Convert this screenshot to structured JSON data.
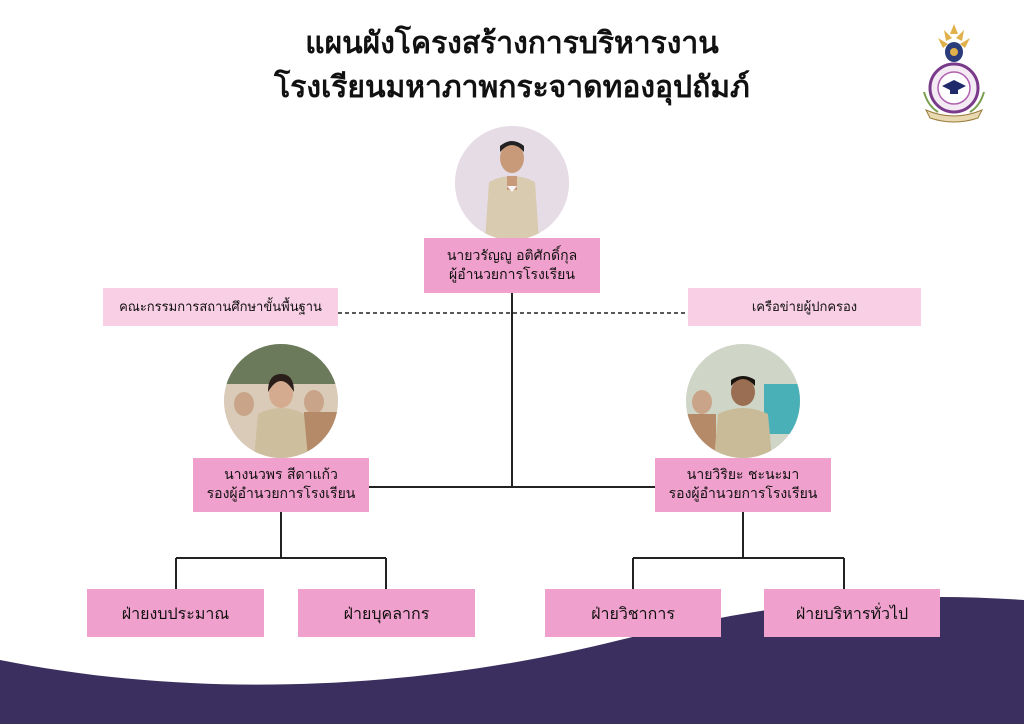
{
  "title": {
    "line1": "แผนผังโครงสร้างการบริหารงาน",
    "line2": "โรงเรียนมหาภาพกระจาดทองอุปถัมภ์"
  },
  "director": {
    "name": "นายวรัญญู อติศักดิ์กุล",
    "position": "ผู้อำนวยการโรงเรียน"
  },
  "side_left": {
    "label": "คณะกรรมการสถานศึกษาขั้นพื้นฐาน"
  },
  "side_right": {
    "label": "เครือข่ายผู้ปกครอง"
  },
  "deputy_left": {
    "name": "นางนวพร สีดาแก้ว",
    "position": "รองผู้อำนวยการโรงเรียน"
  },
  "deputy_right": {
    "name": "นายวิริยะ ชะนะมา",
    "position": "รองผู้อำนวยการโรงเรียน"
  },
  "departments": [
    {
      "label": "ฝ่ายงบประมาณ"
    },
    {
      "label": "ฝ่ายบุคลากร"
    },
    {
      "label": "ฝ่ายวิชาการ"
    },
    {
      "label": "ฝ่ายบริหารทั่วไป"
    }
  ],
  "colors": {
    "box": "#f0a0cc",
    "box_light": "#f8cfe4",
    "wave": "#3a2f5e",
    "line": "#222222"
  }
}
